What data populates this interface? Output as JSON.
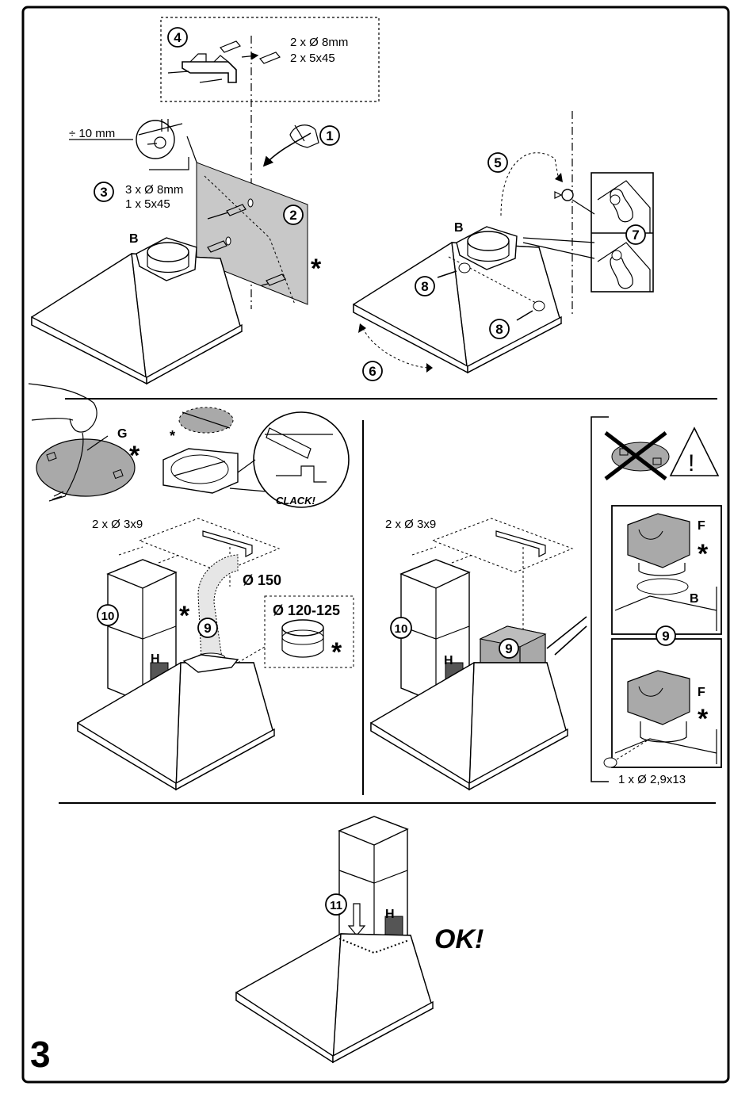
{
  "page_number": "3",
  "labels": {
    "b": "B",
    "g": "G",
    "h": "H",
    "f": "F",
    "star": "*",
    "clack": "CLACK!",
    "ok": "OK!",
    "warning_mark": "!"
  },
  "dimensions": {
    "step4_dowels": "2 x Ø 8mm",
    "step4_screws": "2 x 5x45",
    "step3_dowels": "3 x Ø 8mm",
    "step3_screws": "1 x 5x45",
    "gap": "÷ 10 mm",
    "chimney_screws": "2 x Ø 3x9",
    "duct_150": "Ø 150",
    "adapter": "Ø 120-125",
    "filter_screw": "1 x Ø 2,9x13"
  },
  "steps": [
    "1",
    "2",
    "3",
    "4",
    "5",
    "6",
    "7",
    "8",
    "9",
    "10",
    "11"
  ]
}
